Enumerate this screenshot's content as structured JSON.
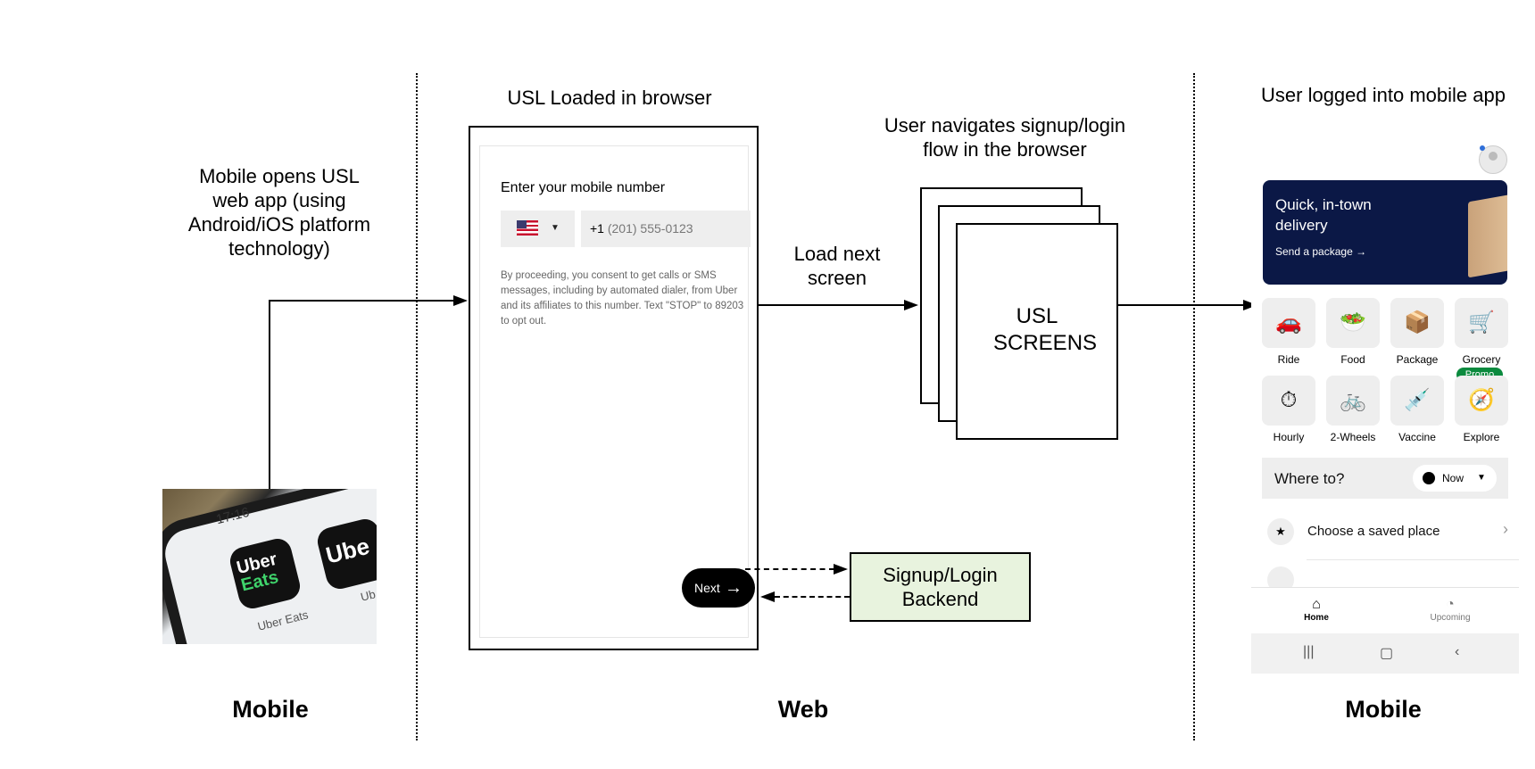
{
  "labels": {
    "mobile_opens": "Mobile opens USL web app (using Android/iOS platform technology)",
    "usl_loaded": "USL Loaded in browser",
    "user_navigates": "User navigates signup/login flow in the browser",
    "load_next": "Load next screen",
    "user_logged_in": "User logged into mobile app",
    "usl_screens": "USL SCREENS",
    "backend": "Signup/Login Backend"
  },
  "sections": {
    "left": "Mobile",
    "middle": "Web",
    "right": "Mobile"
  },
  "photo": {
    "time": "17:16",
    "app1_line1": "Uber",
    "app1_line2": "Eats",
    "app1_caption": "Uber Eats",
    "app2_text": "Ube",
    "app2_caption": "Ub"
  },
  "browser_form": {
    "title": "Enter your mobile number",
    "country_code": "+1",
    "phone_placeholder": "(201) 555-0123",
    "consent": "By proceeding, you consent to get calls or SMS messages, including by automated dialer, from Uber and its affiliates to this number. Text \"STOP\" to 89203 to opt out.",
    "next_label": "Next",
    "flag_icon": "us-flag-icon"
  },
  "mobile_app": {
    "banner_title": "Quick, in-town delivery",
    "banner_link": "Send a package →",
    "services": [
      {
        "label": "Ride",
        "icon": "car-icon"
      },
      {
        "label": "Food",
        "icon": "food-icon"
      },
      {
        "label": "Package",
        "icon": "package-icon"
      },
      {
        "label": "Grocery",
        "icon": "grocery-icon"
      },
      {
        "label": "Hourly",
        "icon": "hourly-icon"
      },
      {
        "label": "2-Wheels",
        "icon": "bike-icon"
      },
      {
        "label": "Vaccine",
        "icon": "vaccine-icon"
      },
      {
        "label": "Explore",
        "icon": "explore-icon"
      }
    ],
    "promo": "Promo",
    "where_to": "Where to?",
    "now": "Now",
    "saved_place": "Choose a saved place",
    "tabs": [
      {
        "label": "Home"
      },
      {
        "label": "Upcoming"
      }
    ]
  },
  "colors": {
    "backend_fill": "#e8f3de",
    "banner_bg": "#0b1846",
    "promo_green": "#0b8a3e"
  }
}
